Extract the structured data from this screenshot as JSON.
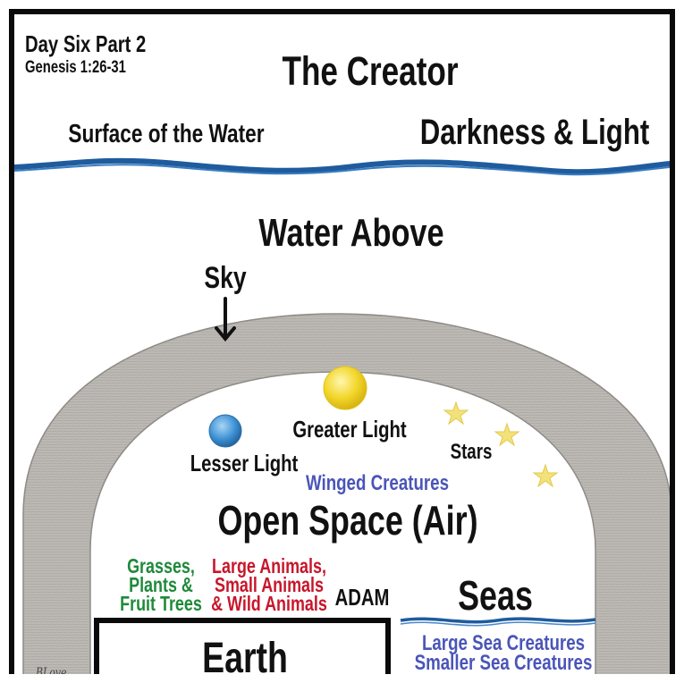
{
  "header": {
    "day_title": "Day Six Part 2",
    "reference": "Genesis 1:26-31",
    "creator": "The Creator"
  },
  "top_labels": {
    "surface": "Surface of the Water",
    "darkness_light": "Darkness & Light",
    "water_above": "Water Above",
    "sky": "Sky"
  },
  "sky_labels": {
    "greater_light": "Greater Light",
    "lesser_light": "Lesser Light",
    "stars": "Stars",
    "winged": "Winged Creatures",
    "open_space": "Open Space (Air)"
  },
  "ground_labels": {
    "plants": "Grasses,\nPlants &\nFruit Trees",
    "animals": "Large Animals,\nSmall Animals\n& Wild Animals",
    "adam": "ADAM",
    "seas": "Seas",
    "earth": "Earth",
    "sea_creatures": "Large Sea Creatures\nSmaller Sea Creatures"
  },
  "signature": "BLove",
  "colors": {
    "text": "#111111",
    "green": "#1e8a3a",
    "red": "#c8162b",
    "blue": "#4a55b8",
    "water": "#1f5c9e",
    "dome": "#b9b6b2",
    "sun": "#f2d62a",
    "moon": "#3b8fd3",
    "star": "#f3e27a"
  }
}
